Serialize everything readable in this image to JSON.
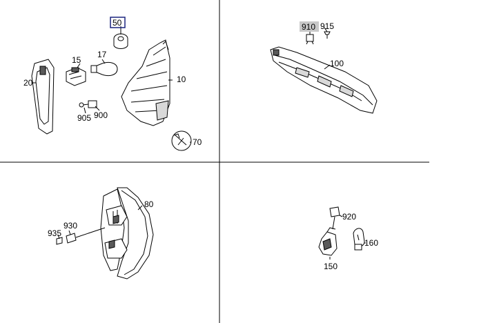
{
  "part_labels": {
    "p50": "50",
    "p17": "17",
    "p15": "15",
    "p20": "20",
    "p10": "10",
    "p905": "905",
    "p900": "900",
    "p70": "70",
    "p910": "910",
    "p915": "915",
    "p100": "100",
    "p80": "80",
    "p930": "930",
    "p935": "935",
    "p920": "920",
    "p160": "160",
    "p150": "150"
  },
  "highlight": {
    "boxed_label": "50",
    "shaded_label": "910",
    "box_color": "#1a237e",
    "shade_color": "#c8c8c8"
  }
}
